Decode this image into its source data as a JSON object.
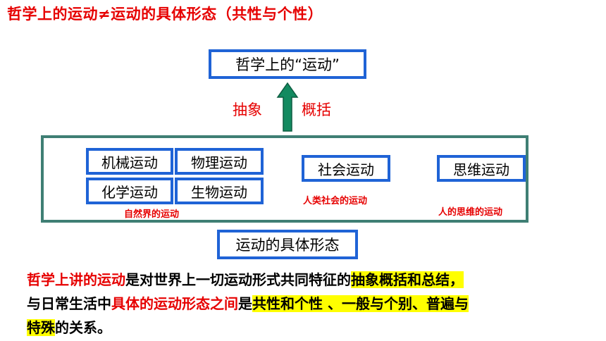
{
  "title": "哲学上的运动≠运动的具体形态（共性与个性）",
  "top_box": "哲学上的“运动”",
  "arrow": {
    "left_label": "抽象",
    "right_label": "概括",
    "color": "#138a60"
  },
  "forms": {
    "mechanical": "机械运动",
    "physical": "物理运动",
    "chemical": "化学运动",
    "biological": "生物运动",
    "social": "社会运动",
    "thinking": "思维运动"
  },
  "notes": {
    "nature": "自然界的运动",
    "society": "人类社会的运动",
    "thinking": "人的思维的运动"
  },
  "bottom_box": "运动的具体形态",
  "paragraph": {
    "s1": "哲学上讲的运动",
    "s2": "是对世界上一切运动形式共同特征的",
    "s3": "抽象概括和总结，",
    "s4": "与日常生活中",
    "s5": "具体的运动形态之间",
    "s6": "是",
    "s7": "共性和个性 、一般与个别、普遍与",
    "s8": "特殊",
    "s9": "的关系。"
  },
  "colors": {
    "accent_red": "#e60000",
    "box_border": "#1f63d6",
    "frame_border": "#3f7f74",
    "highlight": "#ffff00"
  }
}
